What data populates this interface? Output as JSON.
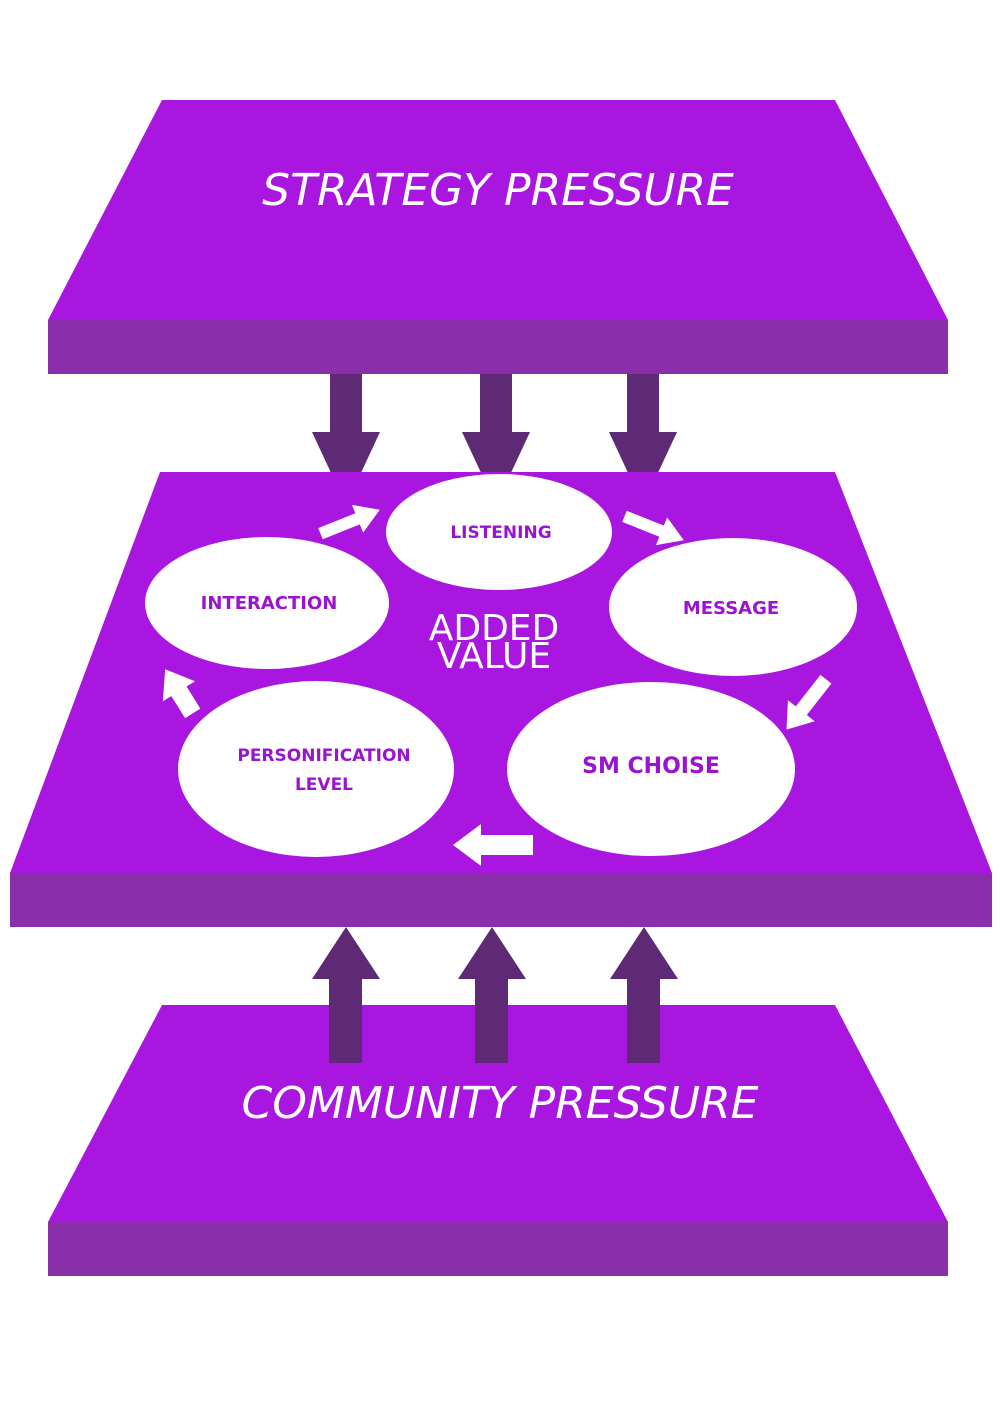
{
  "layers": {
    "top": {
      "label": "STRATEGY PRESSURE"
    },
    "middle": {
      "center_label_line1": "ADDED",
      "center_label_line2": "VALUE"
    },
    "bottom": {
      "label": "COMMUNITY PRESSURE"
    }
  },
  "cycle": {
    "listening": "LISTENING",
    "message": "MESSAGE",
    "sm_choise": "SM CHOISE",
    "personification_line1": "PERSONIFICATION",
    "personification_line2": "LEVEL",
    "interaction": "INTERACTION"
  },
  "colors": {
    "slab_top_face": "#a816e0",
    "slab_side_face": "#8a2eaa",
    "pressure_arrow": "#5e2a75",
    "cycle_text": "#9a14d0",
    "node_fill": "#ffffff"
  }
}
